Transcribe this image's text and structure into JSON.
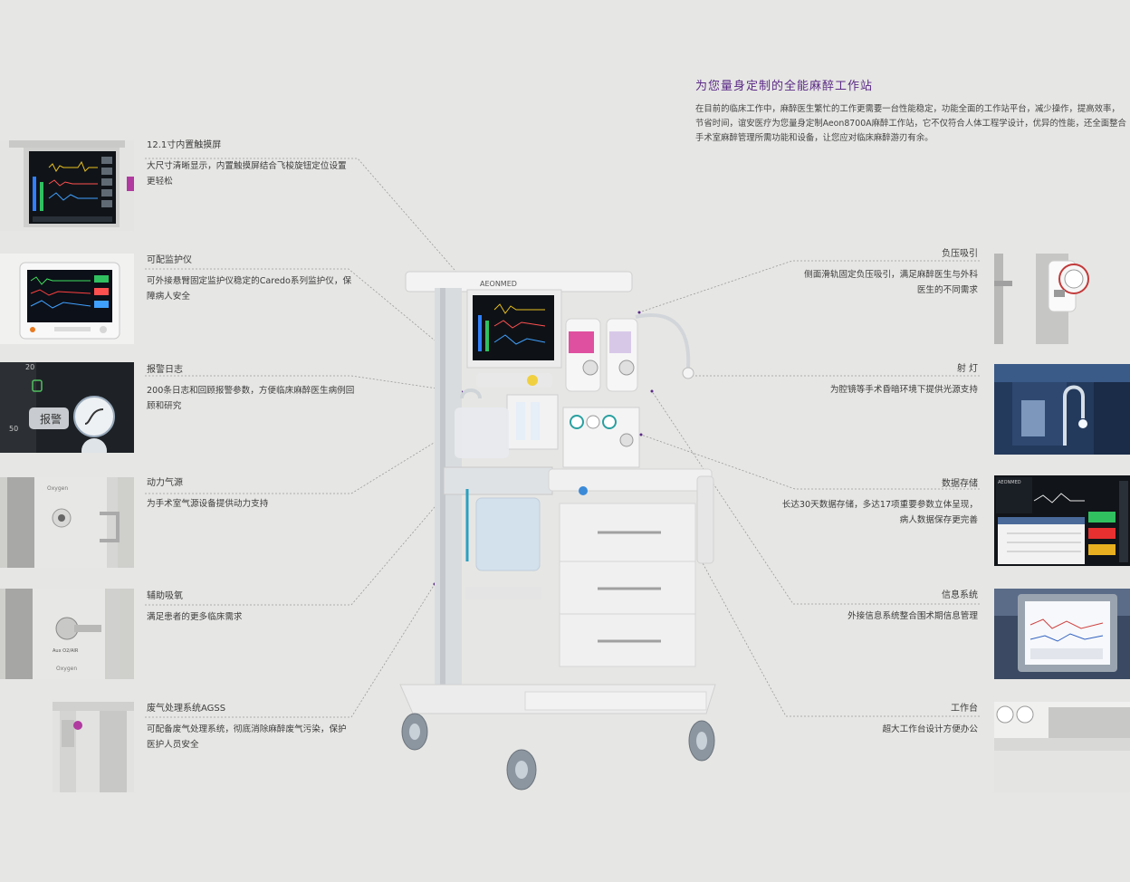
{
  "intro": {
    "title": "为您量身定制的全能麻醉工作站",
    "body": "在目前的临床工作中，麻醉医生繁忙的工作更需要一台性能稳定，功能全面的工作站平台，减少操作，提高效率，节省时间，谊安医疗为您量身定制Aeon8700A麻醉工作站，它不仅符合人体工程学设计，优异的性能，还全面整合手术室麻醉管理所需功能和设备，让您应对临床麻醉游刃有余。"
  },
  "left_features": [
    {
      "title": "12.1寸内置触摸屏",
      "desc": "大尺寸清晰显示，内置触摸屏结合飞梭旋钮定位设置更轻松"
    },
    {
      "title": "可配监护仪",
      "desc": "可外接悬臂固定监护仪稳定的Caredo系列监护仪，保障病人安全"
    },
    {
      "title": "报警日志",
      "desc": "200条日志和回顾报警参数，方便临床麻醉医生病例回顾和研究"
    },
    {
      "title": "动力气源",
      "desc": "为手术室气源设备提供动力支持"
    },
    {
      "title": "辅助吸氧",
      "desc": "满足患者的更多临床需求"
    },
    {
      "title": "废气处理系统AGSS",
      "desc": "可配备废气处理系统，彻底消除麻醉废气污染，保护医护人员安全"
    }
  ],
  "right_features": [
    {
      "title": "负压吸引",
      "desc": "侧面滑轨固定负压吸引，满足麻醉医生与外科医生的不同需求"
    },
    {
      "title": "射  灯",
      "desc": "为腔镜等手术昏暗环境下提供光源支持"
    },
    {
      "title": "数据存储",
      "desc": "长达30天数据存储，多达17项重要参数立体呈现，病人数据保存更完善"
    },
    {
      "title": "信息系统",
      "desc": "外接信息系统整合围术期信息管理"
    },
    {
      "title": "工作台",
      "desc": "超大工作台设计方便办公"
    }
  ],
  "thumb_text": {
    "alarm_button": "报警",
    "scale_top": "20",
    "scale_bottom": "50",
    "oxygen_label": "Oxygen",
    "aux_label": "Aux O2/AIR",
    "brand": "AEONMED"
  },
  "colors": {
    "accent": "#5b2a86",
    "leader": "#9a9a9a",
    "bg": "#e6e6e4"
  }
}
